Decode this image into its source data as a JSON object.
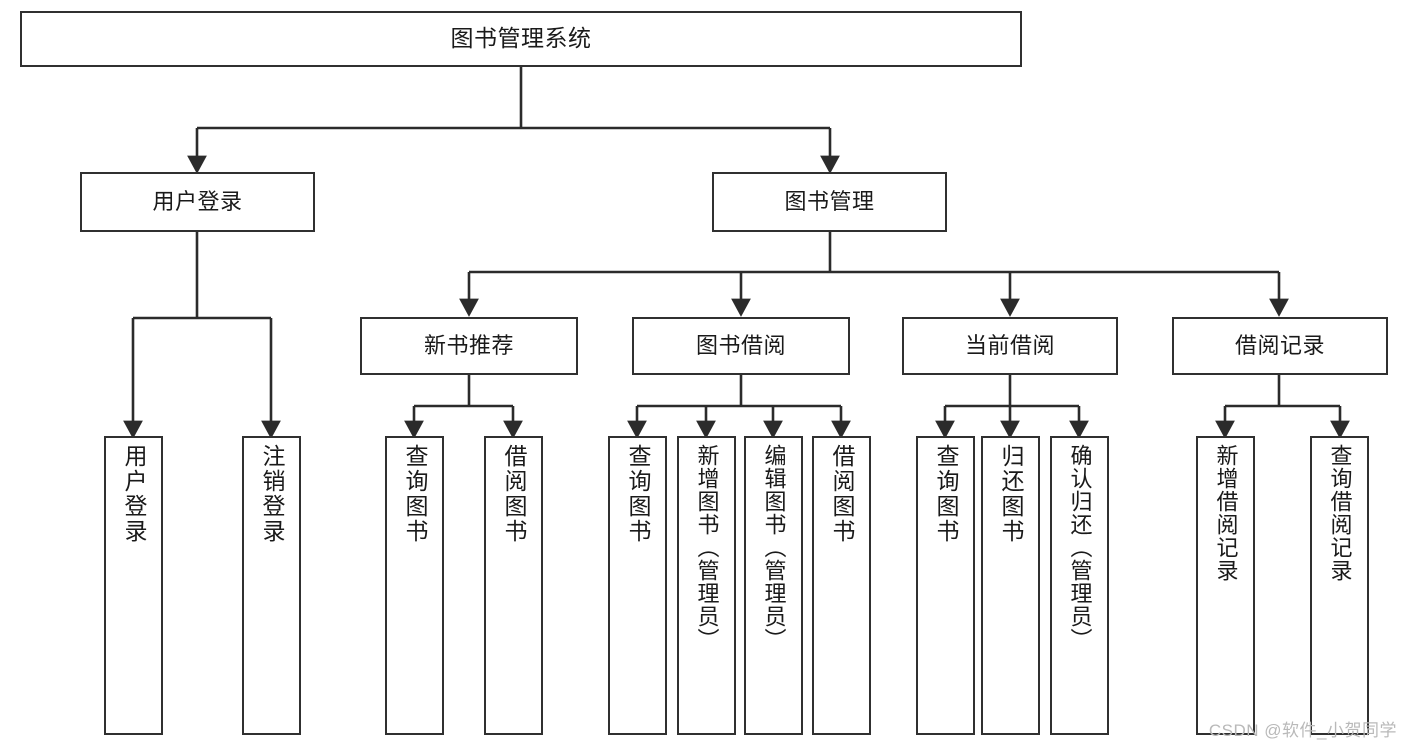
{
  "diagram": {
    "type": "tree-hierarchy-flowchart",
    "title": "图书管理系统",
    "colors": {
      "box_border": "#303030",
      "box_fill": "#ffffff",
      "connector": "#2b2b2b",
      "text": "#1a1a1a",
      "watermark": "#b9b9b9",
      "background": "#ffffff"
    },
    "root": {
      "label": "图书管理系统"
    },
    "level2": [
      {
        "label": "用户登录"
      },
      {
        "label": "图书管理"
      }
    ],
    "level3": [
      {
        "label": "新书推荐"
      },
      {
        "label": "图书借阅"
      },
      {
        "label": "当前借阅"
      },
      {
        "label": "借阅记录"
      }
    ],
    "leaves": {
      "user_login": [
        {
          "label": "用户登录"
        },
        {
          "label": "注销登录"
        }
      ],
      "new_book_recommend": [
        {
          "label": "查询图书"
        },
        {
          "label": "借阅图书"
        }
      ],
      "book_borrow": [
        {
          "label": "查询图书"
        },
        {
          "label": "新增图书（管理员）"
        },
        {
          "label": "编辑图书（管理员）"
        },
        {
          "label": "借阅图书"
        }
      ],
      "current_borrow": [
        {
          "label": "查询图书"
        },
        {
          "label": "归还图书"
        },
        {
          "label": "确认归还（管理员）"
        }
      ],
      "borrow_record": [
        {
          "label": "新增借阅记录"
        },
        {
          "label": "查询借阅记录"
        }
      ]
    }
  },
  "watermark": {
    "text": "CSDN @软件_小贺同学"
  }
}
